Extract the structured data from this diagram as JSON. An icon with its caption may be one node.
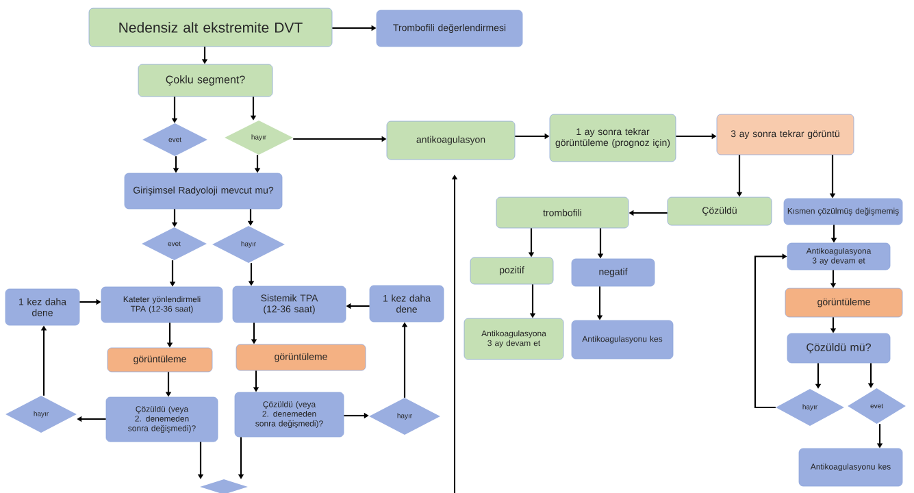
{
  "diagram": {
    "nodes": [
      {
        "text": [
          "Nedensiz alt ekstremite DVT"
        ]
      },
      {
        "text": [
          "Trombofili değerlendirmesi"
        ]
      },
      {
        "text": [
          "Çoklu segment?"
        ]
      },
      {
        "text": [
          "evet"
        ]
      },
      {
        "text": [
          "hayır"
        ]
      },
      {
        "text": [
          "Girişimsel Radyoloji mevcut mu?"
        ]
      },
      {
        "text": [
          "evet"
        ]
      },
      {
        "text": [
          "hayır"
        ]
      },
      {
        "text": [
          "1 kez daha dene"
        ]
      },
      {
        "text": [
          "Kateter yönlendirmeli TPA (12-36 saat)"
        ]
      },
      {
        "text": [
          "Sistemik TPA (12-36 saat)"
        ]
      },
      {
        "text": [
          "1 kez daha dene"
        ]
      },
      {
        "text": [
          "görüntüleme"
        ]
      },
      {
        "text": [
          "görüntüleme"
        ]
      },
      {
        "text": [
          "hayır"
        ]
      },
      {
        "text": [
          "Çözüldü (veya 2. denemeden sonra değişmedi)?"
        ]
      },
      {
        "text": [
          "Çözüldü (veya 2. denemeden sonra değişmedi)?"
        ]
      },
      {
        "text": [
          "hayır"
        ]
      },
      {
        "text": [],
        "shape": "diamond"
      },
      {
        "text": [
          "antikoagulasyon"
        ]
      },
      {
        "text": [
          "1 ay sonra tekrar görüntüleme (prognoz için)"
        ]
      },
      {
        "text": [
          "3 ay sonra tekrar görüntü"
        ]
      },
      {
        "text": [
          "trombofili"
        ]
      },
      {
        "text": [
          "Çözüldü"
        ]
      },
      {
        "text": [
          "Kısmen çözülmüş değişmemiş"
        ]
      },
      {
        "text": [
          "pozitif"
        ]
      },
      {
        "text": [
          "negatif"
        ]
      },
      {
        "text": [
          "Antikoagulasyona 3 ay devam et"
        ]
      },
      {
        "text": [
          "Antikoagulasyonu kes"
        ]
      },
      {
        "text": [
          "Antikoagulasyona 3 ay devam et"
        ]
      },
      {
        "text": [
          "görüntüleme"
        ]
      },
      {
        "text": [
          "Çözüldü mü?"
        ]
      },
      {
        "text": [
          "hayır"
        ]
      },
      {
        "text": [
          "evet"
        ]
      },
      {
        "text": [
          "Antikoagulasyonu kes"
        ]
      }
    ],
    "edges": [
      {
        "from": 0,
        "to": 1,
        "arrow": "to"
      },
      {
        "from": 0,
        "to": 2,
        "arrow": "to"
      },
      {
        "from": 2,
        "to": 3,
        "arrow": "to"
      },
      {
        "from": 2,
        "to": 4,
        "arrow": "to"
      },
      {
        "from": 4,
        "to": 19,
        "arrow": "to"
      },
      {
        "from": 3,
        "to": 5,
        "arrow": "to"
      },
      {
        "from": 4,
        "to": 5,
        "arrow": "to"
      },
      {
        "from": 5,
        "to": 6,
        "arrow": "to"
      },
      {
        "from": 5,
        "to": 7,
        "arrow": "to"
      },
      {
        "from": 6,
        "to": 9,
        "arrow": "to"
      },
      {
        "from": 7,
        "to": 10,
        "arrow": "to"
      },
      {
        "from": 8,
        "to": 9,
        "arrow": "to"
      },
      {
        "from": 11,
        "to": 10,
        "arrow": "to"
      },
      {
        "from": 9,
        "to": 12,
        "arrow": "to"
      },
      {
        "from": 10,
        "to": 13,
        "arrow": "to"
      },
      {
        "from": 12,
        "to": 15,
        "arrow": "to"
      },
      {
        "from": 13,
        "to": 16,
        "arrow": "to"
      },
      {
        "from": 15,
        "to": 14,
        "arrow": "to"
      },
      {
        "from": 14,
        "to": 8,
        "arrow": "to"
      },
      {
        "from": 16,
        "to": 17,
        "arrow": "to"
      },
      {
        "from": 17,
        "to": 11,
        "arrow": "to"
      },
      {
        "from": 15,
        "to": 18,
        "arrow": "to"
      },
      {
        "from": 16,
        "to": 18,
        "arrow": "to"
      },
      {
        "from": null,
        "to": 19,
        "arrow": "to"
      },
      {
        "from": 19,
        "to": 20,
        "arrow": "to"
      },
      {
        "from": 20,
        "to": 21,
        "arrow": "to"
      },
      {
        "from": 21,
        "to": 23,
        "arrow": "to"
      },
      {
        "from": 21,
        "to": 24,
        "arrow": "to"
      },
      {
        "from": 23,
        "to": 22,
        "arrow": "to"
      },
      {
        "from": 22,
        "to": 25,
        "arrow": "to"
      },
      {
        "from": 22,
        "to": 26,
        "arrow": "to"
      },
      {
        "from": 25,
        "to": 27,
        "arrow": "to"
      },
      {
        "from": 26,
        "to": 28,
        "arrow": "to"
      },
      {
        "from": 24,
        "to": 29,
        "arrow": "to"
      },
      {
        "from": 29,
        "to": 30,
        "arrow": "to"
      },
      {
        "from": 30,
        "to": 31,
        "arrow": "to"
      },
      {
        "from": 31,
        "to": 32,
        "arrow": "to"
      },
      {
        "from": 31,
        "to": 33,
        "arrow": "to"
      },
      {
        "from": 32,
        "to": 29,
        "arrow": "to"
      },
      {
        "from": 33,
        "to": 34,
        "arrow": "to"
      }
    ]
  }
}
